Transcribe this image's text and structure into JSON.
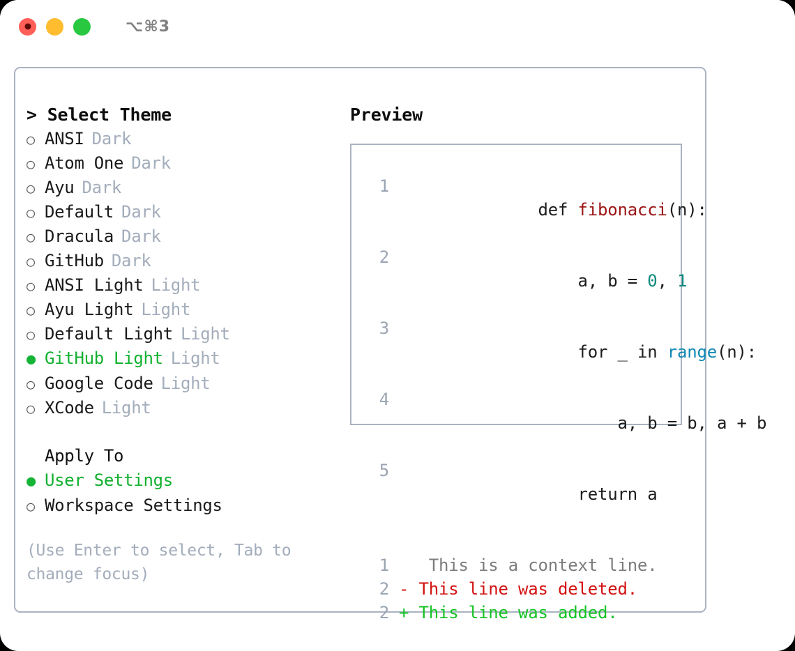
{
  "window": {
    "traffic_lights": [
      {
        "name": "close",
        "color": "#ff5f57"
      },
      {
        "name": "minimize",
        "color": "#febc2e"
      },
      {
        "name": "maximize",
        "color": "#28c840"
      }
    ],
    "shortcut": "⌥⌘3"
  },
  "theme_section": {
    "heading": "> Select Theme",
    "focus_marker": ">",
    "options": [
      {
        "bullet": "○",
        "label": "ANSI",
        "tag": "Dark",
        "selected": false
      },
      {
        "bullet": "○",
        "label": "Atom One",
        "tag": "Dark",
        "selected": false
      },
      {
        "bullet": "○",
        "label": "Ayu",
        "tag": "Dark",
        "selected": false
      },
      {
        "bullet": "○",
        "label": "Default",
        "tag": "Dark",
        "selected": false
      },
      {
        "bullet": "○",
        "label": "Dracula",
        "tag": "Dark",
        "selected": false
      },
      {
        "bullet": "○",
        "label": "GitHub",
        "tag": "Dark",
        "selected": false
      },
      {
        "bullet": "○",
        "label": "ANSI Light",
        "tag": "Light",
        "selected": false
      },
      {
        "bullet": "○",
        "label": "Ayu Light",
        "tag": "Light",
        "selected": false
      },
      {
        "bullet": "○",
        "label": "Default Light",
        "tag": "Light",
        "selected": false
      },
      {
        "bullet": "●",
        "label": "GitHub Light",
        "tag": "Light",
        "selected": true
      },
      {
        "bullet": "○",
        "label": "Google Code",
        "tag": "Light",
        "selected": false
      },
      {
        "bullet": "○",
        "label": "XCode",
        "tag": "Light",
        "selected": false
      }
    ]
  },
  "apply_section": {
    "heading": "Apply To",
    "options": [
      {
        "bullet": "●",
        "label": "User Settings",
        "selected": true
      },
      {
        "bullet": "○",
        "label": "Workspace Settings",
        "selected": false
      }
    ]
  },
  "hint": "(Use Enter to select, Tab to change focus)",
  "preview": {
    "title": "Preview",
    "code_lines": [
      {
        "lineno": "1",
        "segments": [
          {
            "text": "def ",
            "kind": "plain"
          },
          {
            "text": "fibonacci",
            "kind": "fn"
          },
          {
            "text": "(n):",
            "kind": "plain"
          }
        ]
      },
      {
        "lineno": "2",
        "segments": [
          {
            "text": "    a, b = ",
            "kind": "plain"
          },
          {
            "text": "0",
            "kind": "num"
          },
          {
            "text": ", ",
            "kind": "plain"
          },
          {
            "text": "1",
            "kind": "num"
          }
        ]
      },
      {
        "lineno": "3",
        "segments": [
          {
            "text": "    for _ in ",
            "kind": "plain"
          },
          {
            "text": "range",
            "kind": "call"
          },
          {
            "text": "(n):",
            "kind": "plain"
          }
        ]
      },
      {
        "lineno": "4",
        "segments": [
          {
            "text": "        a, b = b, a + b",
            "kind": "plain"
          }
        ]
      },
      {
        "lineno": "5",
        "segments": [
          {
            "text": "    return a",
            "kind": "plain"
          }
        ]
      }
    ],
    "diff_lines": [
      {
        "lineno": "1",
        "marker": " ",
        "text": "  This is a context line.",
        "kind": "ctx"
      },
      {
        "lineno": "2",
        "marker": "-",
        "text": " This line was deleted.",
        "kind": "del"
      },
      {
        "lineno": "2",
        "marker": "+",
        "text": " This line was added.",
        "kind": "add"
      }
    ]
  },
  "colors": {
    "accent_green": "#12b02f",
    "muted": "#a3adbb",
    "border": "#a9b3c1",
    "diff_add": "#14c323",
    "diff_del": "#d31111",
    "syntax_function": "#9b1515",
    "syntax_call": "#1188b5",
    "syntax_number": "#0f8a7e"
  }
}
